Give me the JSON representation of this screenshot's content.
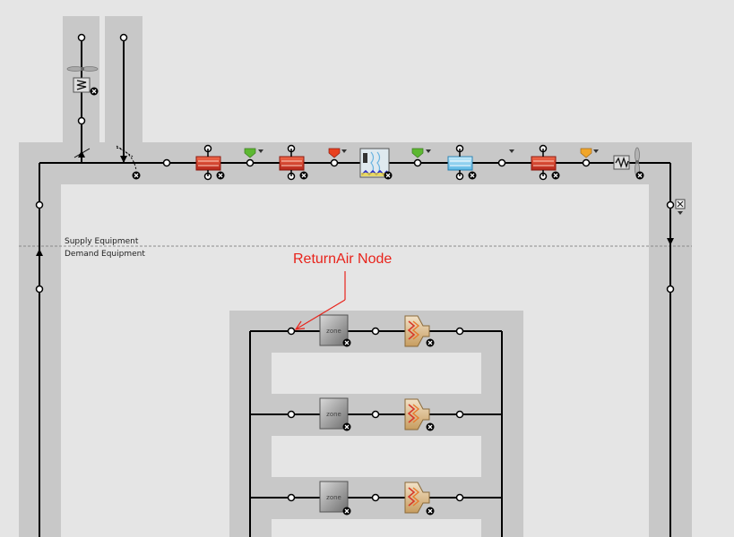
{
  "diagram": {
    "supply_label": "Supply Equipment",
    "demand_label": "Demand Equipment",
    "callout": "ReturnAir Node",
    "zone_text": "zone",
    "colors": {
      "band": "#c8c8c8",
      "background": "#e5e5e5",
      "line": "#000000",
      "callout": "#e8231b",
      "coil": "#d8392b",
      "setpoint_green": "#5db832",
      "setpoint_red": "#e8411f",
      "setpoint_orange": "#f0a62a",
      "cooling_coil": "#8fd2f0"
    },
    "supply_components": [
      "outdoor-air-system",
      "heating-coil",
      "setpoint-manager-green",
      "heating-coil",
      "setpoint-manager-red",
      "evaporative-cooler",
      "setpoint-manager-green",
      "cooling-coil",
      "setpoint-manager",
      "heating-coil",
      "setpoint-manager-orange",
      "supply-fan"
    ],
    "zone_branches": [
      {
        "components": [
          "zone",
          "reheat-terminal"
        ]
      },
      {
        "components": [
          "zone",
          "reheat-terminal"
        ]
      },
      {
        "components": [
          "zone",
          "reheat-terminal"
        ]
      }
    ]
  }
}
